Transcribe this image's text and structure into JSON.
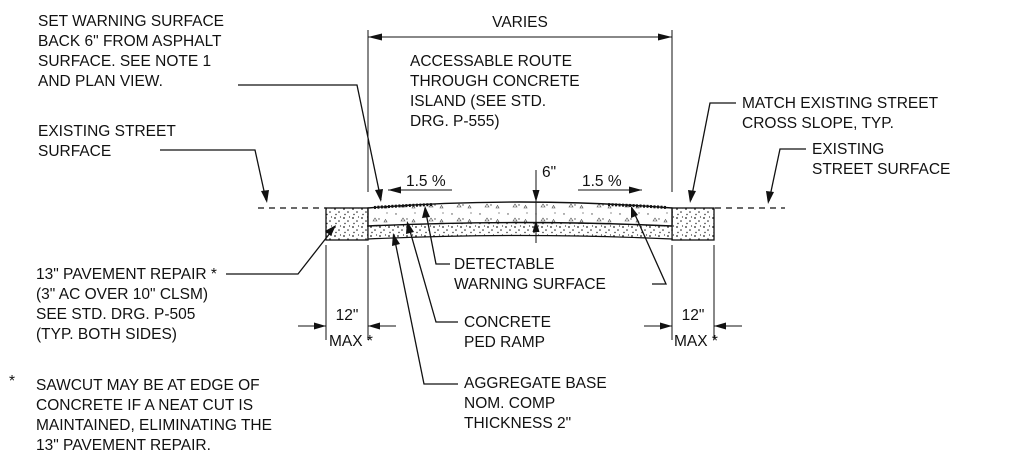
{
  "labels": {
    "set_warning": [
      "SET WARNING SURFACE",
      "BACK 6\" FROM ASPHALT",
      "SURFACE.  SEE NOTE 1",
      "AND PLAN VIEW."
    ],
    "existing_street_left": [
      "EXISTING STREET",
      "SURFACE"
    ],
    "varies": "VARIES",
    "accessible_route": [
      "ACCESSABLE ROUTE",
      "THROUGH CONCRETE",
      "ISLAND (SEE STD.",
      "DRG. P-555)"
    ],
    "match_existing": [
      "MATCH EXISTING STREET",
      "CROSS SLOPE, TYP."
    ],
    "existing_street_right": [
      "EXISTING",
      "STREET SURFACE"
    ],
    "slope_left": "1.5 %",
    "slope_right": "1.5 %",
    "thickness": "6\"",
    "detectable": [
      "DETECTABLE",
      "WARNING SURFACE"
    ],
    "pavement_repair": [
      "13\" PAVEMENT REPAIR *",
      "(3\" AC OVER 10\" CLSM)",
      "SEE STD. DRG. P-505",
      "(TYP. BOTH SIDES)"
    ],
    "dim_left": "12\"",
    "dim_right": "12\"",
    "max_left": "MAX *",
    "max_right": "MAX *",
    "concrete_ramp": [
      "CONCRETE",
      "PED RAMP"
    ],
    "aggregate": [
      "AGGREGATE BASE",
      "NOM. COMP",
      "THICKNESS 2\""
    ],
    "note_marker": "*",
    "note": [
      "SAWCUT MAY BE AT EDGE OF",
      "CONCRETE IF A NEAT CUT IS",
      "MAINTAINED, ELIMINATING THE",
      "13\" PAVEMENT REPAIR."
    ]
  }
}
